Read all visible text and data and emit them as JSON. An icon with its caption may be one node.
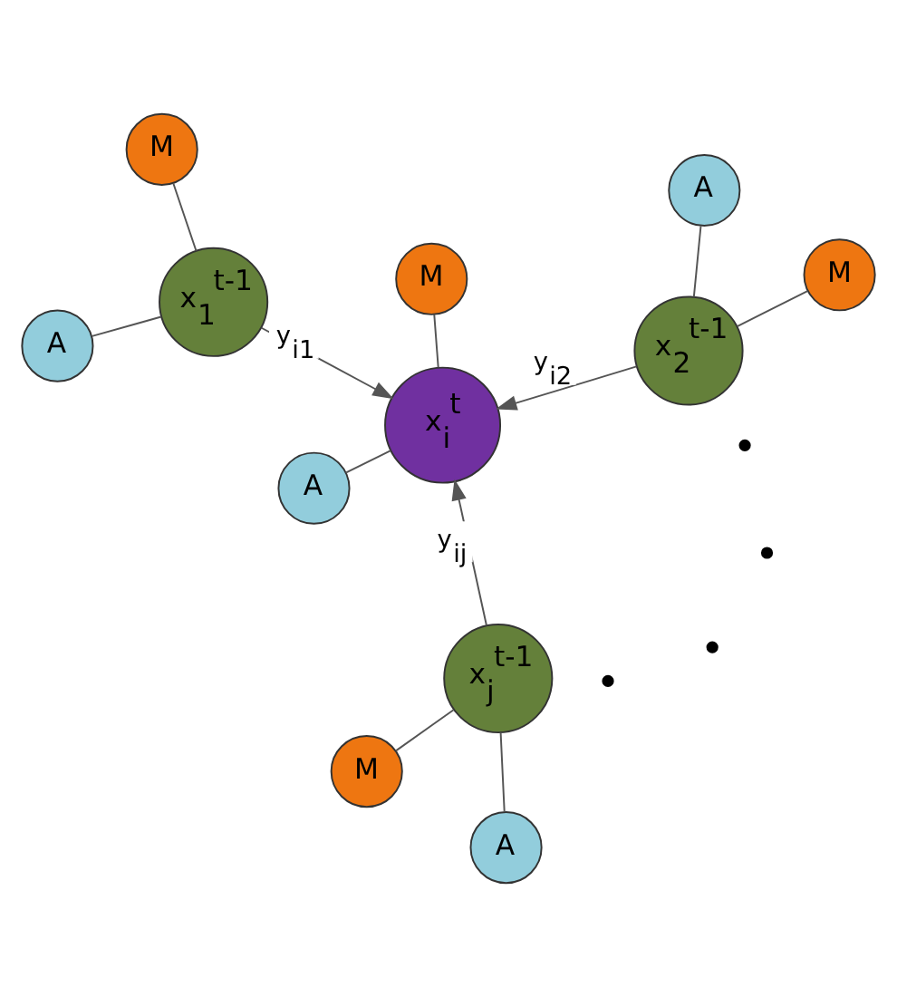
{
  "diagram": {
    "nodes": [
      {
        "text": [
          "M"
        ]
      },
      {
        "text": [
          "A"
        ]
      },
      {
        "text": [
          "x$_{2}$$^{t-1}$"
        ]
      },
      {
        "text": [
          "M"
        ]
      },
      {
        "text": [
          "x$_{i}$$^{t}$"
        ]
      },
      {
        "text": [
          "A"
        ]
      },
      {
        "text": [
          "x$_{1}$$^{t-1}$"
        ]
      },
      {
        "text": [
          "A"
        ]
      },
      {
        "text": [
          "x$_{j}$$^{t-1}$"
        ]
      },
      {
        "text": [
          "A"
        ]
      },
      {
        "text": [
          "M"
        ]
      },
      {
        "text": [
          "M"
        ]
      },
      {
        "text": [],
        "shape": "dot"
      },
      {
        "text": [],
        "shape": "dot"
      },
      {
        "text": [],
        "shape": "dot"
      },
      {
        "text": [],
        "shape": "dot"
      }
    ],
    "edges": [
      {
        "from": 1,
        "to": 2,
        "arrow": "none"
      },
      {
        "from": 0,
        "to": 2,
        "arrow": "none"
      },
      {
        "from": 2,
        "to": 4,
        "arrow": "to",
        "label": "y$_{i2}$"
      },
      {
        "from": 3,
        "to": 4,
        "arrow": "none"
      },
      {
        "from": 5,
        "to": 4,
        "arrow": "none"
      },
      {
        "from": 6,
        "to": 4,
        "arrow": "to",
        "label": "y$_{i1}$"
      },
      {
        "from": 8,
        "to": 4,
        "arrow": "to",
        "label": "y$_{ij}$"
      },
      {
        "from": 7,
        "to": 8,
        "arrow": "none"
      },
      {
        "from": 10,
        "to": 8,
        "arrow": "none"
      },
      {
        "from": 9,
        "to": 6,
        "arrow": "none"
      },
      {
        "from": 11,
        "to": 6,
        "arrow": "none"
      }
    ]
  }
}
